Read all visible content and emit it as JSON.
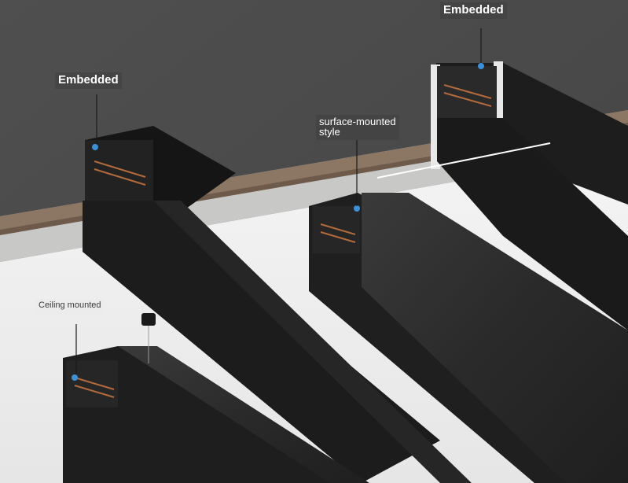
{
  "labels": {
    "embedded_left": "Embedded",
    "embedded_right": "Embedded",
    "surface_line1": "surface-mounted",
    "surface_line2": "style",
    "ceiling": "Ceiling mounted"
  },
  "colors": {
    "ceiling_dark": "#4a4a4a",
    "ceiling_white": "#eeeeee",
    "wood": "#8c7664",
    "plaster": "#c9c9c9",
    "rail": "#1c1c1c",
    "rail_face": "#2b2b2b",
    "accent_blue": "#3d8fd6",
    "copper": "#b36a3c",
    "label_text": "#ffffff",
    "label_text_dark": "#3a3a3a"
  }
}
